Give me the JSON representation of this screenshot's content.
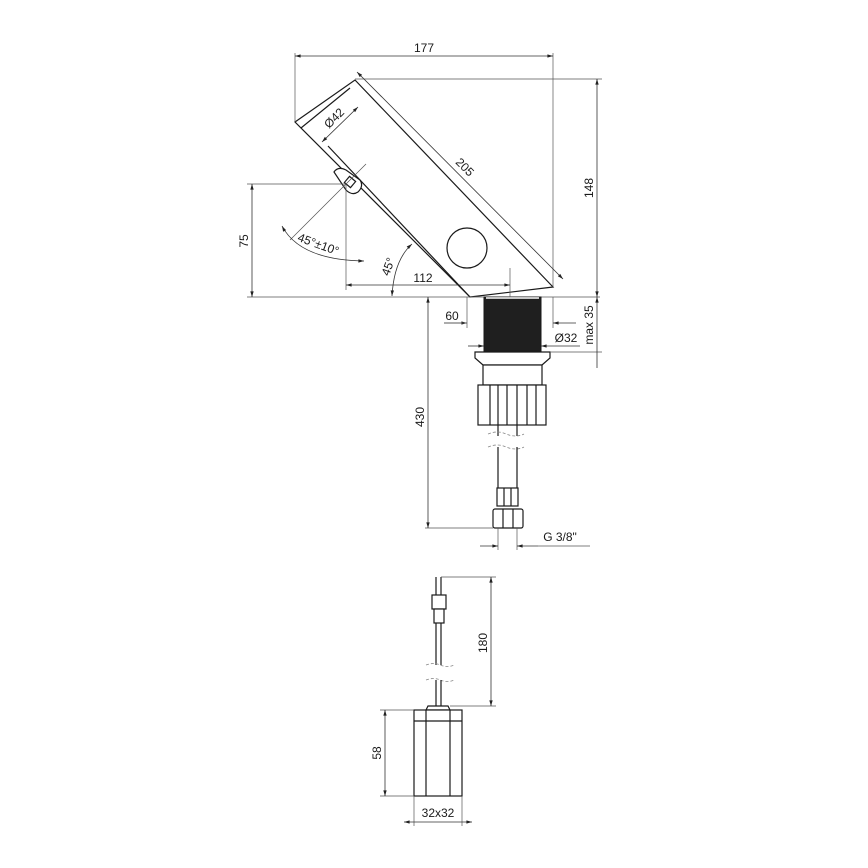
{
  "drawing": {
    "title": "Sensor basin tap technical drawing",
    "faucet_view": {
      "dimensions": {
        "width_total": "177",
        "spout_diameter": "Ø42",
        "body_length": "205",
        "height_total": "148",
        "sensor_height": "75",
        "sensor_angle": "45°±10°",
        "body_angle": "45°",
        "sensor_offset": "112",
        "mounting_offset": "60",
        "shank_diameter": "Ø32",
        "deck_thickness": "max 35",
        "hose_length": "430",
        "connection_thread": "G 3/8\""
      }
    },
    "battery_view": {
      "dimensions": {
        "cable_length": "180",
        "box_height": "58",
        "box_section": "32x32"
      }
    },
    "colors": {
      "line": "#1a1a1a",
      "dimension_line": "#333333",
      "shank_fill": "#1f1f1f",
      "background": "#ffffff"
    }
  }
}
